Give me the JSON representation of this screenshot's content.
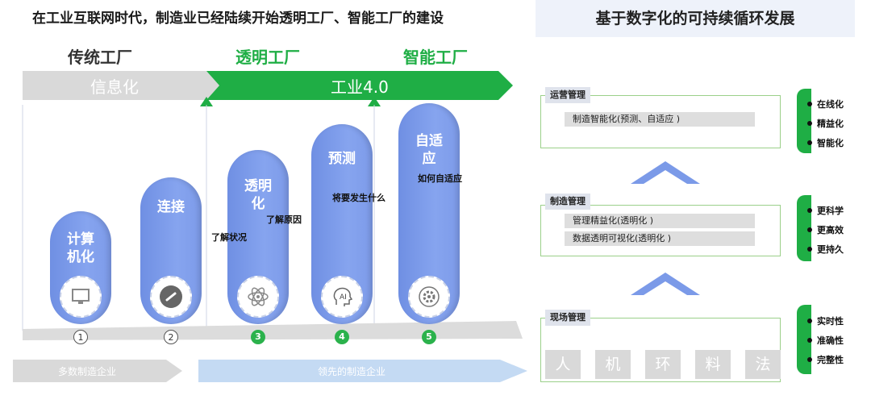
{
  "left": {
    "title": "在工业互联网时代，制造业已经陆续开始透明工厂、智能工厂的建设",
    "stages": [
      "传统工厂",
      "透明工厂",
      "智能工厂"
    ],
    "band_left": "信息化",
    "band_right": "工业4.0",
    "pills": [
      {
        "label": "计算\n机化",
        "icon": "monitor-icon",
        "number": "①"
      },
      {
        "label": "连接",
        "icon": "link-icon",
        "number": "②"
      },
      {
        "label": "透明\n化",
        "icon": "atom-icon",
        "number": "3"
      },
      {
        "label": "预测",
        "icon": "ai-head-icon",
        "number": "4"
      },
      {
        "label": "自适\n应",
        "icon": "gear-cycle-icon",
        "number": "5"
      }
    ],
    "notes": [
      "了解状况",
      "了解原因",
      "将要发生什么",
      "如何自适应"
    ],
    "bottom_left": "多数制造企业",
    "bottom_right": "领先的制造企业",
    "colors": {
      "green": "#1fae45",
      "gray": "#d9d9d9",
      "pill_blue": "#7b9ae8",
      "light_blue": "#c4daf3"
    }
  },
  "right": {
    "title": "基于数字化的可持续循环发展",
    "levels": [
      {
        "tab": "运营管理",
        "bars": [
          "制造智能化(预测、自适应 )"
        ],
        "bullets": [
          "在线化",
          "精益化",
          "智能化"
        ]
      },
      {
        "tab": "制造管理",
        "bars": [
          "管理精益化(透明化 )",
          "数据透明可视化(透明化 )"
        ],
        "bullets": [
          "更科学",
          "更高效",
          "更持久"
        ]
      },
      {
        "tab": "现场管理",
        "factors": [
          "人",
          "机",
          "环",
          "料",
          "法"
        ],
        "bullets": [
          "实时性",
          "准确性",
          "完整性"
        ]
      }
    ]
  }
}
